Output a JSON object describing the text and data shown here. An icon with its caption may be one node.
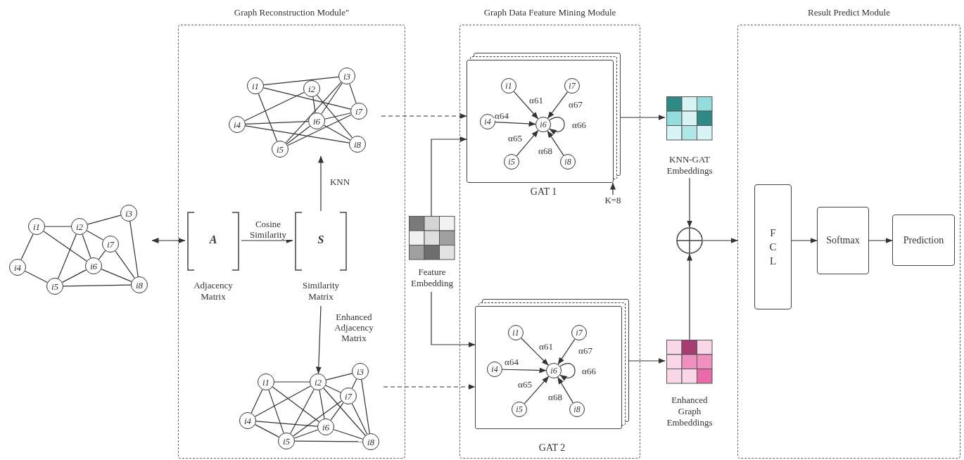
{
  "diagram": {
    "nodes": [
      {
        "text": [
          "i1"
        ]
      },
      {
        "text": [
          "i2"
        ]
      },
      {
        "text": [
          "i3"
        ]
      },
      {
        "text": [
          "i4"
        ]
      },
      {
        "text": [
          "i5"
        ]
      },
      {
        "text": [
          "i6"
        ]
      },
      {
        "text": [
          "i7"
        ]
      },
      {
        "text": [
          "i8"
        ]
      },
      {
        "text": [
          "Graph Reconstruction Module\""
        ]
      },
      {
        "text": [
          "A",
          "Adjacency Matrix"
        ],
        "in": 8
      },
      {
        "text": [
          "S",
          "Similarity Matrix"
        ],
        "in": 8
      },
      {
        "text": [
          "i1"
        ],
        "in": 8
      },
      {
        "text": [
          "i2"
        ],
        "in": 8
      },
      {
        "text": [
          "i3"
        ],
        "in": 8
      },
      {
        "text": [
          "i4"
        ],
        "in": 8
      },
      {
        "text": [
          "i5"
        ],
        "in": 8
      },
      {
        "text": [
          "i6"
        ],
        "in": 8
      },
      {
        "text": [
          "i7"
        ],
        "in": 8
      },
      {
        "text": [
          "i8"
        ],
        "in": 8
      },
      {
        "text": [
          "i1"
        ],
        "in": 8
      },
      {
        "text": [
          "i2"
        ],
        "in": 8
      },
      {
        "text": [
          "i3"
        ],
        "in": 8
      },
      {
        "text": [
          "i4"
        ],
        "in": 8
      },
      {
        "text": [
          "i5"
        ],
        "in": 8
      },
      {
        "text": [
          "i6"
        ],
        "in": 8
      },
      {
        "text": [
          "i7"
        ],
        "in": 8
      },
      {
        "text": [
          "i8"
        ],
        "in": 8
      },
      {
        "text": [
          "Feature Embedding"
        ]
      },
      {
        "text": [
          "Graph Data Feature Mining Module"
        ]
      },
      {
        "text": [
          "GAT 1"
        ],
        "in": 28
      },
      {
        "text": [
          "i1"
        ],
        "in": 29
      },
      {
        "text": [
          "i7"
        ],
        "in": 29
      },
      {
        "text": [
          "i4"
        ],
        "in": 29
      },
      {
        "text": [
          "i6"
        ],
        "in": 29
      },
      {
        "text": [
          "i5"
        ],
        "in": 29
      },
      {
        "text": [
          "i8"
        ],
        "in": 29
      },
      {
        "text": [
          "GAT 2"
        ],
        "in": 28
      },
      {
        "text": [
          "i1"
        ],
        "in": 36
      },
      {
        "text": [
          "i7"
        ],
        "in": 36
      },
      {
        "text": [
          "i4"
        ],
        "in": 36
      },
      {
        "text": [
          "i6"
        ],
        "in": 36
      },
      {
        "text": [
          "i5"
        ],
        "in": 36
      },
      {
        "text": [
          "i8"
        ],
        "in": 36
      },
      {
        "text": [
          "KNN-GAT Embeddings"
        ]
      },
      {
        "text": [
          "Enhanced Graph Embeddings"
        ]
      },
      {
        "text": [],
        "shape": "circle"
      },
      {
        "text": [
          "Result Predict Module"
        ]
      },
      {
        "text": [
          "F C L"
        ],
        "in": 46
      },
      {
        "text": [
          "Softmax"
        ],
        "in": 46
      },
      {
        "text": [
          "Prediction"
        ],
        "in": 46
      },
      {
        "text": [
          "K=8"
        ],
        "in": 28
      }
    ],
    "edges": [
      {
        "from": 0,
        "to": 1,
        "arrow": "none"
      },
      {
        "from": 1,
        "to": 2,
        "arrow": "none"
      },
      {
        "from": 0,
        "to": 3,
        "arrow": "none"
      },
      {
        "from": 0,
        "to": 5,
        "arrow": "none"
      },
      {
        "from": 1,
        "to": 4,
        "arrow": "none"
      },
      {
        "from": 1,
        "to": 5,
        "arrow": "none"
      },
      {
        "from": 1,
        "to": 6,
        "arrow": "none"
      },
      {
        "from": 3,
        "to": 4,
        "arrow": "none"
      },
      {
        "from": 4,
        "to": 5,
        "arrow": "none"
      },
      {
        "from": 4,
        "to": 7,
        "arrow": "none"
      },
      {
        "from": 6,
        "to": 5,
        "arrow": "none"
      },
      {
        "from": 6,
        "to": 7,
        "arrow": "none"
      },
      {
        "from": 2,
        "to": 7,
        "arrow": "none"
      },
      {
        "from": 5,
        "to": 7,
        "arrow": "none"
      },
      {
        "from": null,
        "to": 9,
        "arrow": "both"
      },
      {
        "from": 9,
        "to": 10,
        "arrow": "to",
        "label": "Cosine Similarity"
      },
      {
        "from": 10,
        "to": null,
        "arrow": "to",
        "label": "KNN"
      },
      {
        "from": 10,
        "to": 20,
        "arrow": "to",
        "label": "Enhanced Adjacency Matrix"
      },
      {
        "from": 11,
        "to": 13,
        "arrow": "none"
      },
      {
        "from": 11,
        "to": 17,
        "arrow": "none"
      },
      {
        "from": 11,
        "to": 15,
        "arrow": "none"
      },
      {
        "from": 12,
        "to": 14,
        "arrow": "none"
      },
      {
        "from": 12,
        "to": 16,
        "arrow": "none"
      },
      {
        "from": 12,
        "to": 18,
        "arrow": "none"
      },
      {
        "from": 13,
        "to": 17,
        "arrow": "none"
      },
      {
        "from": 13,
        "to": 15,
        "arrow": "none"
      },
      {
        "from": 13,
        "to": 16,
        "arrow": "none"
      },
      {
        "from": 14,
        "to": 16,
        "arrow": "none"
      },
      {
        "from": 14,
        "to": 18,
        "arrow": "none"
      },
      {
        "from": 16,
        "to": 17,
        "arrow": "none"
      },
      {
        "from": 16,
        "to": 15,
        "arrow": "none"
      },
      {
        "from": 16,
        "to": 18,
        "arrow": "none"
      },
      {
        "from": 17,
        "to": 15,
        "arrow": "none"
      },
      {
        "from": 19,
        "to": 20,
        "arrow": "none"
      },
      {
        "from": 20,
        "to": 21,
        "arrow": "none"
      },
      {
        "from": 19,
        "to": 22,
        "arrow": "none"
      },
      {
        "from": 19,
        "to": 23,
        "arrow": "none"
      },
      {
        "from": 19,
        "to": 24,
        "arrow": "none"
      },
      {
        "from": 20,
        "to": 22,
        "arrow": "none"
      },
      {
        "from": 20,
        "to": 23,
        "arrow": "none"
      },
      {
        "from": 20,
        "to": 24,
        "arrow": "none"
      },
      {
        "from": 20,
        "to": 25,
        "arrow": "none"
      },
      {
        "from": 20,
        "to": 26,
        "arrow": "none"
      },
      {
        "from": 21,
        "to": 25,
        "arrow": "none"
      },
      {
        "from": 21,
        "to": 26,
        "arrow": "none"
      },
      {
        "from": 22,
        "to": 23,
        "arrow": "none"
      },
      {
        "from": 22,
        "to": 24,
        "arrow": "none"
      },
      {
        "from": 23,
        "to": 24,
        "arrow": "none"
      },
      {
        "from": 23,
        "to": 25,
        "arrow": "none"
      },
      {
        "from": 23,
        "to": 26,
        "arrow": "none"
      },
      {
        "from": 24,
        "to": 25,
        "arrow": "none"
      },
      {
        "from": 24,
        "to": 26,
        "arrow": "none"
      },
      {
        "from": 25,
        "to": 26,
        "arrow": "none"
      },
      {
        "from": null,
        "to": 29,
        "arrow": "to",
        "style": "dashed"
      },
      {
        "from": null,
        "to": 36,
        "arrow": "to",
        "style": "dashed"
      },
      {
        "from": 27,
        "to": 29,
        "arrow": "to"
      },
      {
        "from": 27,
        "to": 36,
        "arrow": "to"
      },
      {
        "from": 30,
        "to": 33,
        "arrow": "to",
        "label": "α61"
      },
      {
        "from": 31,
        "to": 33,
        "arrow": "to",
        "label": "α67"
      },
      {
        "from": 32,
        "to": 33,
        "arrow": "to",
        "label": "α64"
      },
      {
        "from": 33,
        "to": 33,
        "arrow": "to",
        "label": "α66"
      },
      {
        "from": 34,
        "to": 33,
        "arrow": "to",
        "label": "α65"
      },
      {
        "from": 35,
        "to": 33,
        "arrow": "to",
        "label": "α68"
      },
      {
        "from": 37,
        "to": 40,
        "arrow": "to",
        "label": "α61"
      },
      {
        "from": 38,
        "to": 40,
        "arrow": "to",
        "label": "α67"
      },
      {
        "from": 39,
        "to": 40,
        "arrow": "to",
        "label": "α64"
      },
      {
        "from": 40,
        "to": 40,
        "arrow": "to",
        "label": "α66"
      },
      {
        "from": 41,
        "to": 40,
        "arrow": "to",
        "label": "α65"
      },
      {
        "from": 42,
        "to": 40,
        "arrow": "to",
        "label": "α68"
      },
      {
        "from": 29,
        "to": 43,
        "arrow": "to"
      },
      {
        "from": 36,
        "to": 44,
        "arrow": "to"
      },
      {
        "from": 50,
        "to": 29,
        "arrow": "to"
      },
      {
        "from": 43,
        "to": 45,
        "arrow": "to"
      },
      {
        "from": 44,
        "to": 45,
        "arrow": "to"
      },
      {
        "from": 45,
        "to": 46,
        "arrow": "to"
      },
      {
        "from": 47,
        "to": 48,
        "arrow": "to"
      },
      {
        "from": 48,
        "to": 49,
        "arrow": "to"
      }
    ]
  }
}
